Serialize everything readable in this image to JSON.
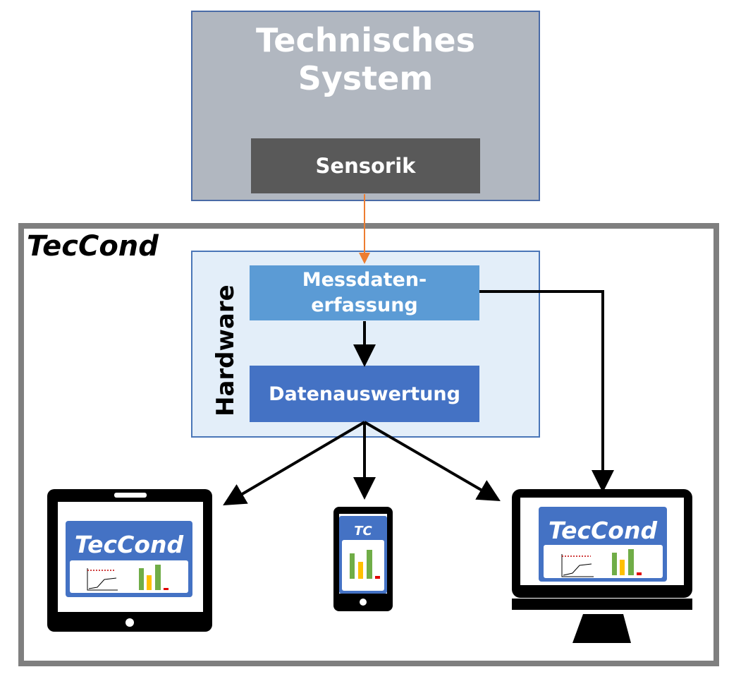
{
  "technical_system": {
    "title_line1": "Technisches",
    "title_line2": "System",
    "sensor_label": "Sensorik"
  },
  "teccond": {
    "label": "TecCond",
    "hardware_label": "Hardware",
    "measurement_line1": "Messdaten-",
    "measurement_line2": "erfassung",
    "evaluation_label": "Datenauswertung"
  },
  "devices": {
    "tablet_title": "TecCond",
    "phone_title": "TC",
    "monitor_title": "TecCond"
  },
  "colors": {
    "sensor_arrow": "#ed7d31",
    "device_screen": "#4472c4",
    "bar_green": "#70ad47",
    "bar_yellow": "#ffc000",
    "bar_red": "#e00000"
  }
}
